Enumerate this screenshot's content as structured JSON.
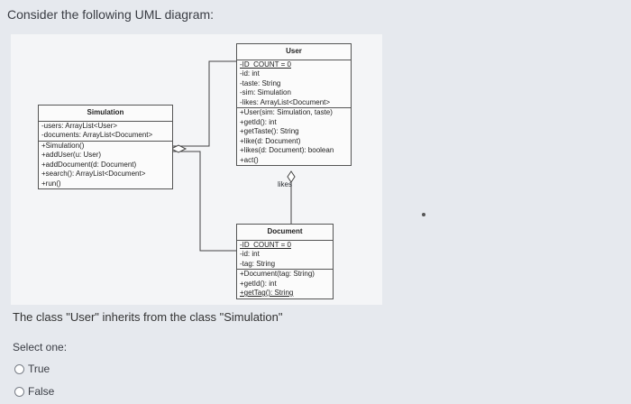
{
  "question": "Consider the following UML diagram:",
  "diagram": {
    "simulation": {
      "title": "Simulation",
      "attributes": [
        "-users: ArrayList<User>",
        "-documents: ArrayList<Document>"
      ],
      "methods": [
        "+Simulation()",
        "+addUser(u: User)",
        "+addDocument(d: Document)",
        "+search(): ArrayList<Document>",
        "+run()"
      ]
    },
    "user": {
      "title": "User",
      "attributes": [
        "-ID_COUNT = 0",
        "-id: int",
        "-taste: String",
        "-sim: Simulation",
        "-likes: ArrayList<Document>"
      ],
      "methods": [
        "+User(sim: Simulation, taste)",
        "+getId(): int",
        "+getTaste(): String",
        "+like(d: Document)",
        "+likes(d: Document): boolean",
        "+act()"
      ]
    },
    "document": {
      "title": "Document",
      "attributes": [
        "-ID_COUNT = 0",
        "-id: int",
        "-tag: String"
      ],
      "methods": [
        "+Document(tag: String)",
        "+getId(): int",
        "+getTag(): String"
      ]
    },
    "association_label": "likes"
  },
  "statement": "The class \"User\" inherits from the class \"Simulation\"",
  "select_label": "Select one:",
  "options": [
    {
      "label": "True"
    },
    {
      "label": "False"
    }
  ]
}
